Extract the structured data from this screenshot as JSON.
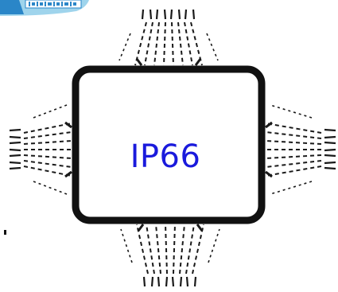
{
  "diagram": {
    "rating_label": "IP66",
    "logo_partial_text": "",
    "edge_mark": "",
    "colors": {
      "label": "#1a1adc",
      "frame": "#111111",
      "spray": "#1a1a1a",
      "logo_top": "#9fd4ec",
      "logo_mid": "#2a86c8",
      "logo_box": "#ffffff"
    },
    "spray_directions": [
      "top",
      "bottom",
      "left",
      "right"
    ]
  }
}
